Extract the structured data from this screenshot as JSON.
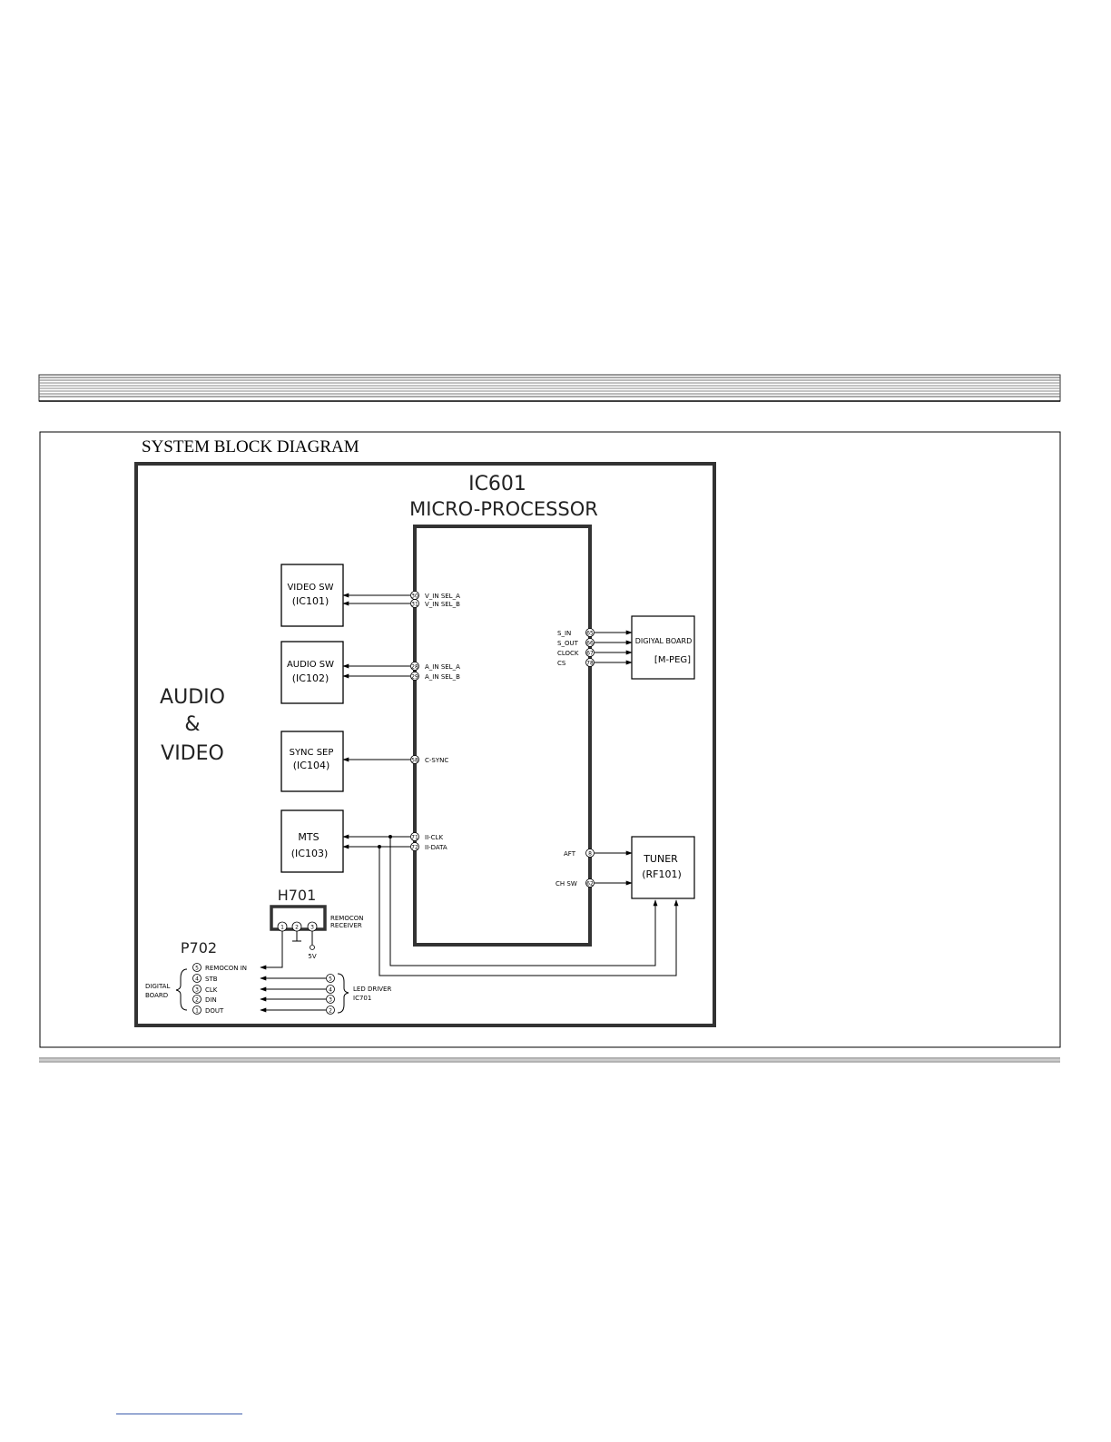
{
  "title": "SYSTEM BLOCK DIAGRAM",
  "mcu": {
    "line1": "IC601",
    "line2": "MICRO-PROCESSOR"
  },
  "side_label": {
    "line1": "AUDIO",
    "line2": "&",
    "line3": "VIDEO"
  },
  "blocks": {
    "video_sw": {
      "line1": "VIDEO  SW",
      "line2": "(IC101)"
    },
    "audio_sw": {
      "line1": "AUDIO  SW",
      "line2": "(IC102)"
    },
    "sync_sep": {
      "line1": "SYNC  SEP",
      "line2": "(IC104)"
    },
    "mts": {
      "line1": "MTS",
      "line2": "(IC103)"
    },
    "digital_board": {
      "line1": "DIGIYAL  BOARD",
      "line2": "[M-PEG]"
    },
    "tuner": {
      "line1": "TUNER",
      "line2": "(RF101)"
    }
  },
  "pins": {
    "v_in_sel_a": {
      "num": "30",
      "label": "V_IN  SEL_A"
    },
    "v_in_sel_b": {
      "num": "31",
      "label": "V_IN  SEL_B"
    },
    "a_in_sel_a": {
      "num": "28",
      "label": "A_IN  SEL_A"
    },
    "a_in_sel_b": {
      "num": "29",
      "label": "A_IN  SEL_B"
    },
    "c_sync": {
      "num": "58",
      "label": "C-SYNC"
    },
    "ii_clk": {
      "num": "71",
      "label": "II-CLK"
    },
    "ii_data": {
      "num": "72",
      "label": "II-DATA"
    },
    "s_in": {
      "num": "65",
      "label": "S_IN"
    },
    "s_out": {
      "num": "66",
      "label": "S_OUT"
    },
    "clock": {
      "num": "67",
      "label": "CLOCK"
    },
    "cs": {
      "num": "78",
      "label": "CS"
    },
    "aft": {
      "num": "8",
      "label": "AFT"
    },
    "ch_sw": {
      "num": "62",
      "label": "CH  SW"
    }
  },
  "h701": {
    "title": "H701",
    "pins": [
      "1",
      "2",
      "3"
    ],
    "label_line1": "REMOCON",
    "label_line2": "RECEIVER",
    "supply": "5V"
  },
  "p702": {
    "title": "P702",
    "group_label_line1": "DIGITAL",
    "group_label_line2": "BOARD",
    "rows": [
      {
        "num": "5",
        "label": "REMOCON  IN"
      },
      {
        "num": "4",
        "label": "STB"
      },
      {
        "num": "3",
        "label": "CLK"
      },
      {
        "num": "2",
        "label": "DIN"
      },
      {
        "num": "1",
        "label": "DOUT"
      }
    ]
  },
  "led_driver": {
    "pins": [
      "5",
      "4",
      "3",
      "2"
    ],
    "label_line1": "LED  DRIVER",
    "label_line2": "IC701"
  }
}
